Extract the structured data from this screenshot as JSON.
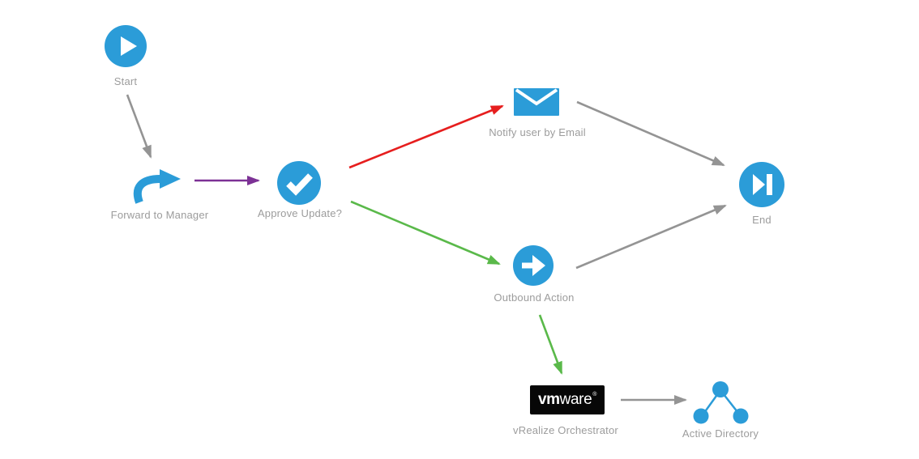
{
  "colors": {
    "node_blue": "#2b9cd8",
    "arrow_gray": "#949494",
    "arrow_purple": "#7c3195",
    "arrow_red": "#e61e1e",
    "arrow_green": "#5ab94a",
    "label_gray": "#9c9c9c",
    "logo_black": "#070707",
    "logo_white": "#ffffff"
  },
  "nodes": {
    "start": {
      "label": "Start",
      "icon": "play-icon"
    },
    "forward_to_manager": {
      "label": "Forward to Manager",
      "icon": "forward-arrow-icon"
    },
    "approve_update": {
      "label": "Approve Update?",
      "icon": "checkmark-icon"
    },
    "notify_email": {
      "label": "Notify user by Email",
      "icon": "envelope-icon"
    },
    "outbound_action": {
      "label": "Outbound Action",
      "icon": "arrow-right-icon"
    },
    "end": {
      "label": "End",
      "icon": "skip-end-icon"
    },
    "vrealize_orchestrator": {
      "label": "vRealize Orchestrator",
      "logo_bold": "vm",
      "logo_rest": "ware",
      "logo_mark": "®"
    },
    "active_directory": {
      "label": "Active Directory",
      "icon": "network-tree-icon"
    }
  },
  "edges": [
    {
      "from": "start",
      "to": "forward_to_manager",
      "color": "gray"
    },
    {
      "from": "forward_to_manager",
      "to": "approve_update",
      "color": "purple"
    },
    {
      "from": "approve_update",
      "to": "notify_email",
      "color": "red"
    },
    {
      "from": "approve_update",
      "to": "outbound_action",
      "color": "green"
    },
    {
      "from": "notify_email",
      "to": "end",
      "color": "gray"
    },
    {
      "from": "outbound_action",
      "to": "end",
      "color": "gray"
    },
    {
      "from": "outbound_action",
      "to": "vrealize_orchestrator",
      "color": "green"
    },
    {
      "from": "vrealize_orchestrator",
      "to": "active_directory",
      "color": "gray"
    }
  ]
}
